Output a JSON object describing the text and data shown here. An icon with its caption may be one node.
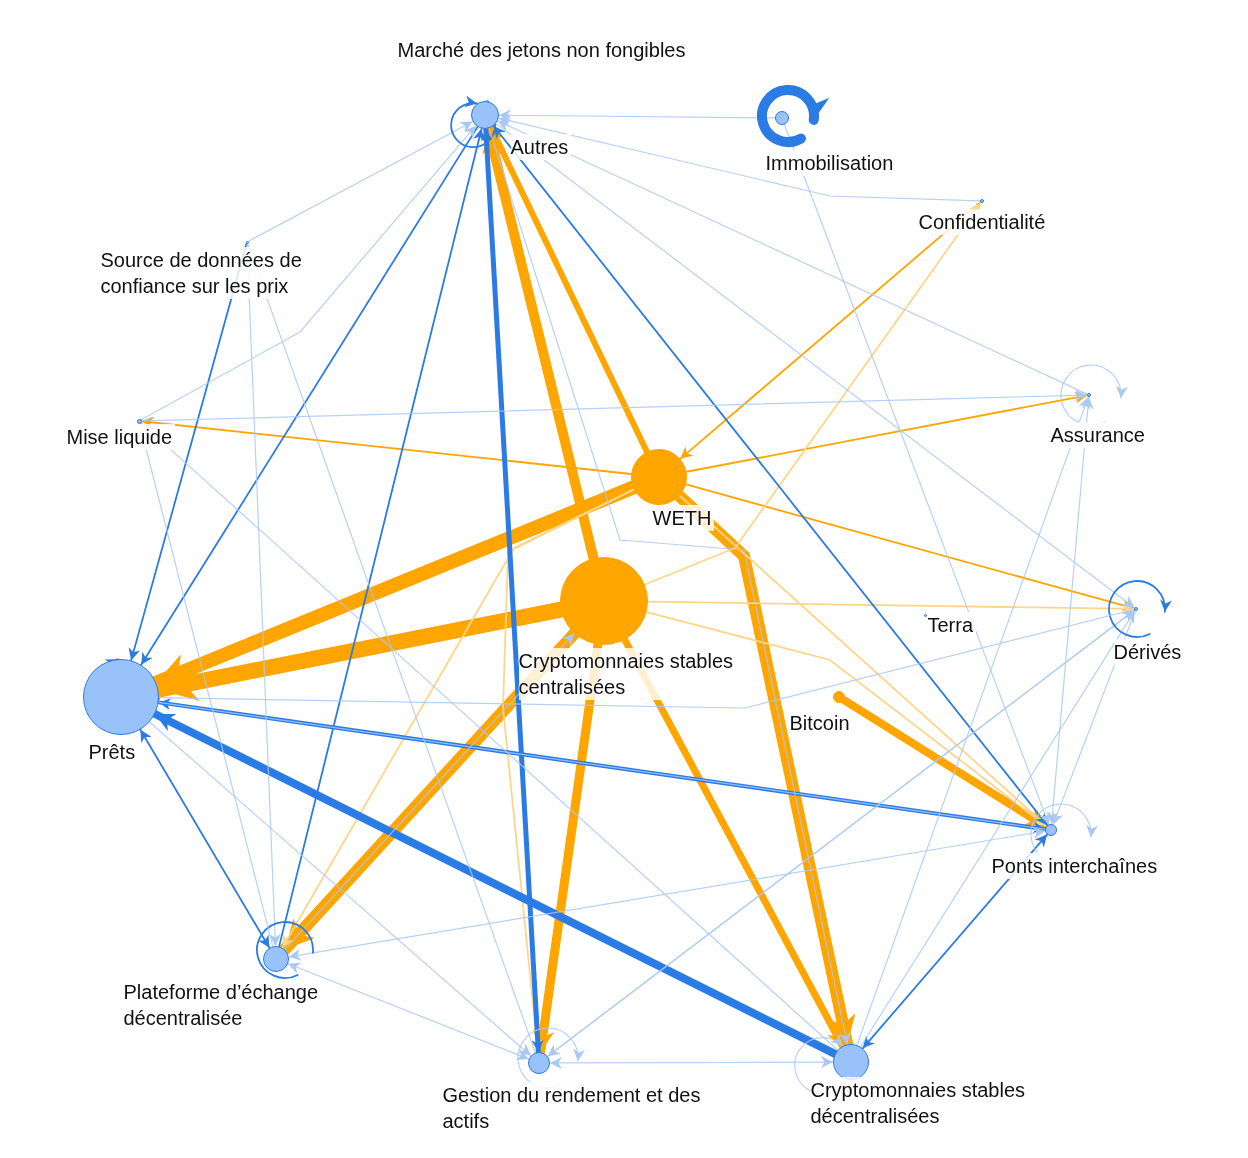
{
  "diagram": {
    "nodes": [
      {
        "text": [
          "Marché des jetons non fongibles"
        ]
      },
      {
        "text": [
          "Autres"
        ]
      },
      {
        "text": [
          "Immobilisation"
        ]
      },
      {
        "text": [
          "Confidentialité"
        ]
      },
      {
        "text": [
          "Source de données de confiance sur les prix"
        ]
      },
      {
        "text": [
          "Mise liquide"
        ]
      },
      {
        "text": [
          "Assurance"
        ]
      },
      {
        "text": [
          "WETH"
        ]
      },
      {
        "text": [
          "Terra"
        ]
      },
      {
        "text": [
          "Dérivés"
        ]
      },
      {
        "text": [
          "Cryptomonnaies stables centralisées"
        ]
      },
      {
        "text": [
          "Prêts"
        ]
      },
      {
        "text": [
          "Bitcoin"
        ]
      },
      {
        "text": [
          "Ponts interchaînes"
        ]
      },
      {
        "text": [
          "Plateforme d’échange décentralisée"
        ]
      },
      {
        "text": [
          "Gestion du rendement et des actifs"
        ]
      },
      {
        "text": [
          "Cryptomonnaies stables décentralisées"
        ]
      }
    ],
    "edges": [
      {
        "from": 7,
        "to": 11,
        "arrow": "to",
        "style": "thick",
        "color": "#ffa500"
      },
      {
        "from": 10,
        "to": 11,
        "arrow": "to",
        "style": "thick",
        "color": "#ffa500"
      },
      {
        "from": 10,
        "to": 1,
        "arrow": "to",
        "style": "thick",
        "color": "#ffa500"
      },
      {
        "from": 7,
        "to": 1,
        "arrow": "to",
        "style": "thick",
        "color": "#ffa500"
      },
      {
        "from": 7,
        "to": 16,
        "arrow": "to",
        "style": "thick",
        "color": "#ffa500"
      },
      {
        "from": 10,
        "to": 14,
        "arrow": "to",
        "style": "thick",
        "color": "#ffa500"
      },
      {
        "from": 10,
        "to": 15,
        "arrow": "to",
        "style": "thick",
        "color": "#ffa500"
      },
      {
        "from": 10,
        "to": 16,
        "arrow": "to",
        "style": "thick",
        "color": "#ffa500"
      },
      {
        "from": 12,
        "to": 13,
        "arrow": "to",
        "style": "thick",
        "color": "#ffa500"
      },
      {
        "from": 7,
        "to": 5,
        "arrow": "to",
        "color": "#ffa500"
      },
      {
        "from": 7,
        "to": 6,
        "arrow": "to",
        "color": "#ffa500"
      },
      {
        "from": 7,
        "to": 9,
        "arrow": "to",
        "color": "#ffa500"
      },
      {
        "from": 3,
        "to": 7,
        "arrow": "to",
        "color": "#ffa500"
      },
      {
        "from": 10,
        "to": 9,
        "arrow": "to",
        "color": "#ffd58a"
      },
      {
        "from": 10,
        "to": 3,
        "arrow": "to",
        "color": "#ffd58a"
      },
      {
        "from": 7,
        "to": 13,
        "arrow": "to",
        "color": "#ffd58a"
      },
      {
        "from": 10,
        "to": 13,
        "arrow": "to",
        "color": "#ffd58a"
      },
      {
        "from": 7,
        "to": 14,
        "arrow": "to",
        "color": "#ffd58a"
      },
      {
        "from": 7,
        "to": 15,
        "arrow": "to",
        "color": "#ffd58a"
      },
      {
        "from": 1,
        "to": 15,
        "arrow": "both",
        "style": "thick",
        "color": "#2b7be4"
      },
      {
        "from": 16,
        "to": 11,
        "arrow": "to",
        "style": "thick",
        "color": "#2b7be4"
      },
      {
        "from": 13,
        "to": 11,
        "arrow": "both",
        "style": "thick",
        "color": "#2b7be4"
      },
      {
        "from": 11,
        "to": 14,
        "arrow": "both",
        "color": "#2b7be4"
      },
      {
        "from": 1,
        "to": 11,
        "arrow": "to",
        "color": "#2b7be4"
      },
      {
        "from": 14,
        "to": 1,
        "arrow": "to",
        "color": "#2b7be4"
      },
      {
        "from": 4,
        "to": 11,
        "arrow": "to",
        "color": "#2b7be4"
      },
      {
        "from": 1,
        "to": 13,
        "arrow": "both",
        "color": "#2b7be4"
      },
      {
        "from": 16,
        "to": 13,
        "arrow": "both",
        "color": "#2b7be4"
      },
      {
        "from": 4,
        "to": 1,
        "arrow": "to"
      },
      {
        "from": 5,
        "to": 1,
        "arrow": "to"
      },
      {
        "from": 2,
        "to": 1,
        "arrow": "to"
      },
      {
        "from": 3,
        "to": 1,
        "arrow": "to"
      },
      {
        "from": 6,
        "to": 1,
        "arrow": "to"
      },
      {
        "from": 1,
        "to": 9,
        "arrow": "to"
      },
      {
        "from": 2,
        "to": 13,
        "arrow": "to"
      },
      {
        "from": 5,
        "to": 6,
        "arrow": "to"
      },
      {
        "from": 15,
        "to": 16,
        "arrow": "both"
      },
      {
        "from": 14,
        "to": 15,
        "arrow": "both"
      },
      {
        "from": 14,
        "to": 13,
        "arrow": "both"
      },
      {
        "from": 9,
        "to": 15,
        "arrow": "to"
      },
      {
        "from": 16,
        "to": 6,
        "arrow": "to"
      },
      {
        "from": 6,
        "to": 13,
        "arrow": "both"
      },
      {
        "from": 9,
        "to": 13,
        "arrow": "to"
      },
      {
        "from": 4,
        "to": 14,
        "arrow": "to"
      },
      {
        "from": 14,
        "to": 10,
        "arrow": "to"
      },
      {
        "from": 11,
        "to": 15,
        "arrow": "to"
      },
      {
        "from": 15,
        "to": 9,
        "arrow": "to"
      },
      {
        "from": 16,
        "to": 9,
        "arrow": "to"
      },
      {
        "from": 1,
        "to": 1,
        "arrow": "to",
        "color": "#2b7be4"
      },
      {
        "from": 2,
        "to": 2,
        "arrow": "to",
        "style": "thick",
        "color": "#2b7be4"
      },
      {
        "from": 6,
        "to": 6,
        "arrow": "to"
      },
      {
        "from": 9,
        "to": 9,
        "arrow": "to",
        "color": "#2b7be4"
      },
      {
        "from": 11,
        "to": 11,
        "arrow": "to",
        "color": "#2b7be4"
      },
      {
        "from": 13,
        "to": 13,
        "arrow": "to"
      },
      {
        "from": 14,
        "to": 14,
        "arrow": "none",
        "color": "#2b7be4"
      },
      {
        "from": 15,
        "to": 15,
        "arrow": "to"
      },
      {
        "from": 16,
        "to": 16,
        "arrow": "to"
      },
      {
        "from": 1,
        "to": 16,
        "arrow": "to"
      },
      {
        "from": 4,
        "to": 15,
        "arrow": "none"
      },
      {
        "from": 5,
        "to": 16,
        "arrow": "none"
      },
      {
        "from": 11,
        "to": 13,
        "arrow": "none"
      },
      {
        "from": 11,
        "to": 9,
        "arrow": "none"
      },
      {
        "from": 5,
        "to": 14,
        "arrow": "none"
      }
    ]
  }
}
